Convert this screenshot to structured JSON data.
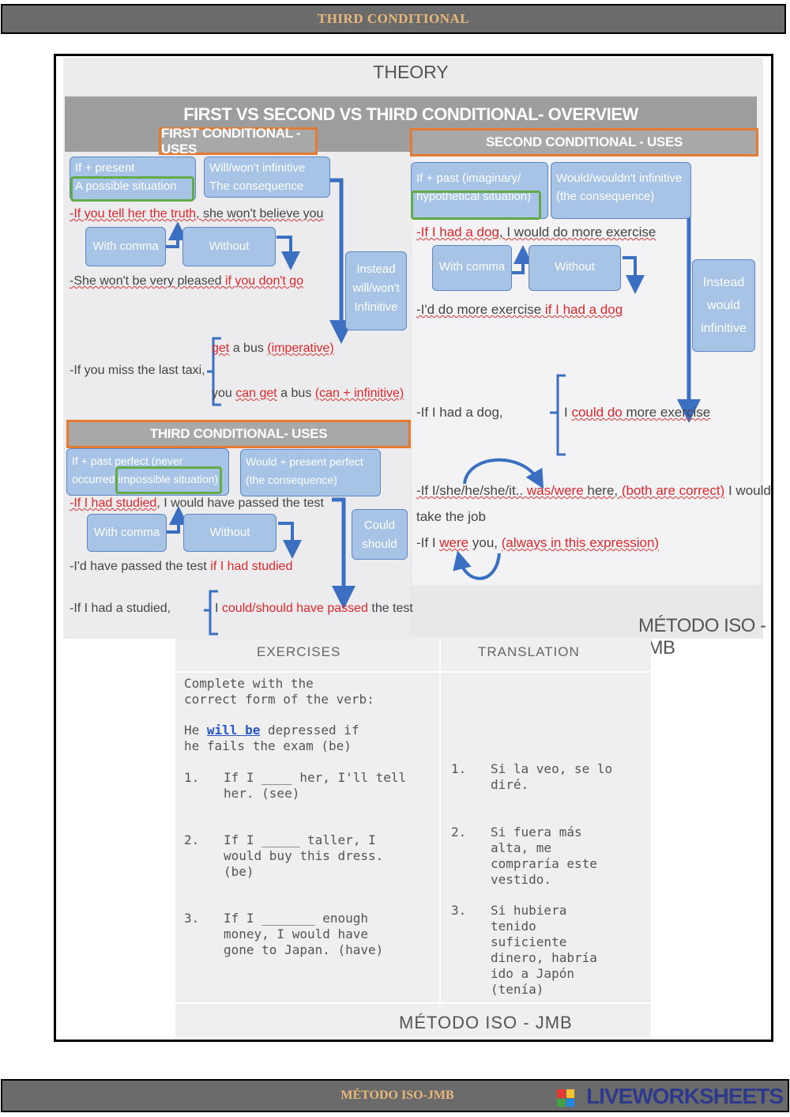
{
  "header": {
    "title": "THIRD CONDITIONAL"
  },
  "theory": {
    "title": "THEORY",
    "overview_title": "FIRST VS SECOND VS THIRD CONDITIONAL- OVERVIEW",
    "brand": "MÉTODO ISO - JMB",
    "first": {
      "title": "FIRST CONDITIONAL - USES",
      "box1_line1": "If + present",
      "box1_line2": "A possible situation",
      "box2_line1": "Will/won't infinitive",
      "box2_line2": "The consequence",
      "ex1_red": "-If you tell her the truth",
      "ex1_rest": ", she won't believe you",
      "with_comma": "With comma",
      "without_comma": "Without comma",
      "ex2_start": "-She won't be very pleased ",
      "ex2_red": "if you don't go",
      "instead": "Instead will/won't Infinitive",
      "taxi": "-If you miss the last taxi,",
      "get1_red": "get",
      "get1_rest": " a bus ",
      "get1_paren": "(imperative)",
      "get2_start": "you ",
      "get2_red": "can get",
      "get2_rest": " a bus ",
      "get2_paren": "(can + infinitive)"
    },
    "second": {
      "title": "SECOND CONDITIONAL - USES",
      "box1_line1": "If + past (imaginary/",
      "box1_line2": "hypothetical situation)",
      "box2_line1": "Would/wouldn't infinitive",
      "box2_line2": "(the consequence)",
      "ex1_red": "-If I had a dog",
      "ex1_rest": ", I would do more exercise",
      "with_comma": "With comma",
      "without_comma": "Without comma",
      "ex2_start": "-I'd do more exercise ",
      "ex2_red": "if I had a dog",
      "instead": "Instead would infinitive",
      "dog": "-If I had a dog,",
      "could_start": "I ",
      "could_red": "could do",
      "could_rest": " more exercise",
      "was_start": "-If I/she/he/she/it.. ",
      "was_red": "was/were",
      "was_mid": " here, ",
      "was_paren": "(both are correct)",
      "was_end": " I would",
      "take_job": "take the job",
      "were_start": "-If I ",
      "were_red": "were",
      "were_mid": " you, ",
      "were_paren": "(always in this expression)"
    },
    "third": {
      "title": "THIRD CONDITIONAL- USES",
      "box1_line1": "If + past perfect (never",
      "box1_line2a": "occurred ",
      "box1_line2b": "impossible situation)",
      "box2_line1": "Would + present perfect",
      "box2_line2": "(the consequence)",
      "ex1_red": "-If I had studied",
      "ex1_rest": ", I would have passed the test",
      "with_comma": "With comma",
      "without_comma": "Without comma",
      "ex2_start": "-I'd have passed the test ",
      "ex2_red": "if I had studied",
      "instead": "Could should",
      "studied": "-If I had a studied,",
      "could_start": "I ",
      "could_red": "could/should have passed",
      "could_rest": " the test"
    }
  },
  "exercises": {
    "head_left": "EXERCISES",
    "head_right": "TRANSLATION",
    "instruction": "Complete with the\ncorrect form of the verb:",
    "example_start": "He ",
    "example_blue": "will be",
    "example_rest": " depressed if\nhe fails the exam (be)",
    "items": [
      {
        "num": "1.",
        "text": "If I ____ her, I'll tell\nher. (see)",
        "num_tr": "1.",
        "translation": "Si la veo, se lo\ndiré."
      },
      {
        "num": "2.",
        "text": "If I _____ taller, I\nwould buy this dress.\n(be)",
        "num_tr": "2.",
        "translation": "Si fuera más\nalta, me\ncompraría este\nvestido."
      },
      {
        "num": "3.",
        "text": " If I _______ enough\nmoney, I would have\ngone to Japan. (have)",
        "num_tr": "3.",
        "translation": " Si hubiera\ntenido\nsuficiente\ndinero, habría\nido a Japón\n(tenía)"
      }
    ],
    "brand": "MÉTODO ISO - JMB"
  },
  "footer": {
    "label": "MÉTODO ISO-JMB",
    "logo_text": "LIVEWORKSHEETS"
  },
  "colors": {
    "orange_border": "#e57a33",
    "blue_box": "#a7c4e6",
    "arrow": "#3a6fc1",
    "green": "#62ab47",
    "red_text": "#e0262a"
  }
}
